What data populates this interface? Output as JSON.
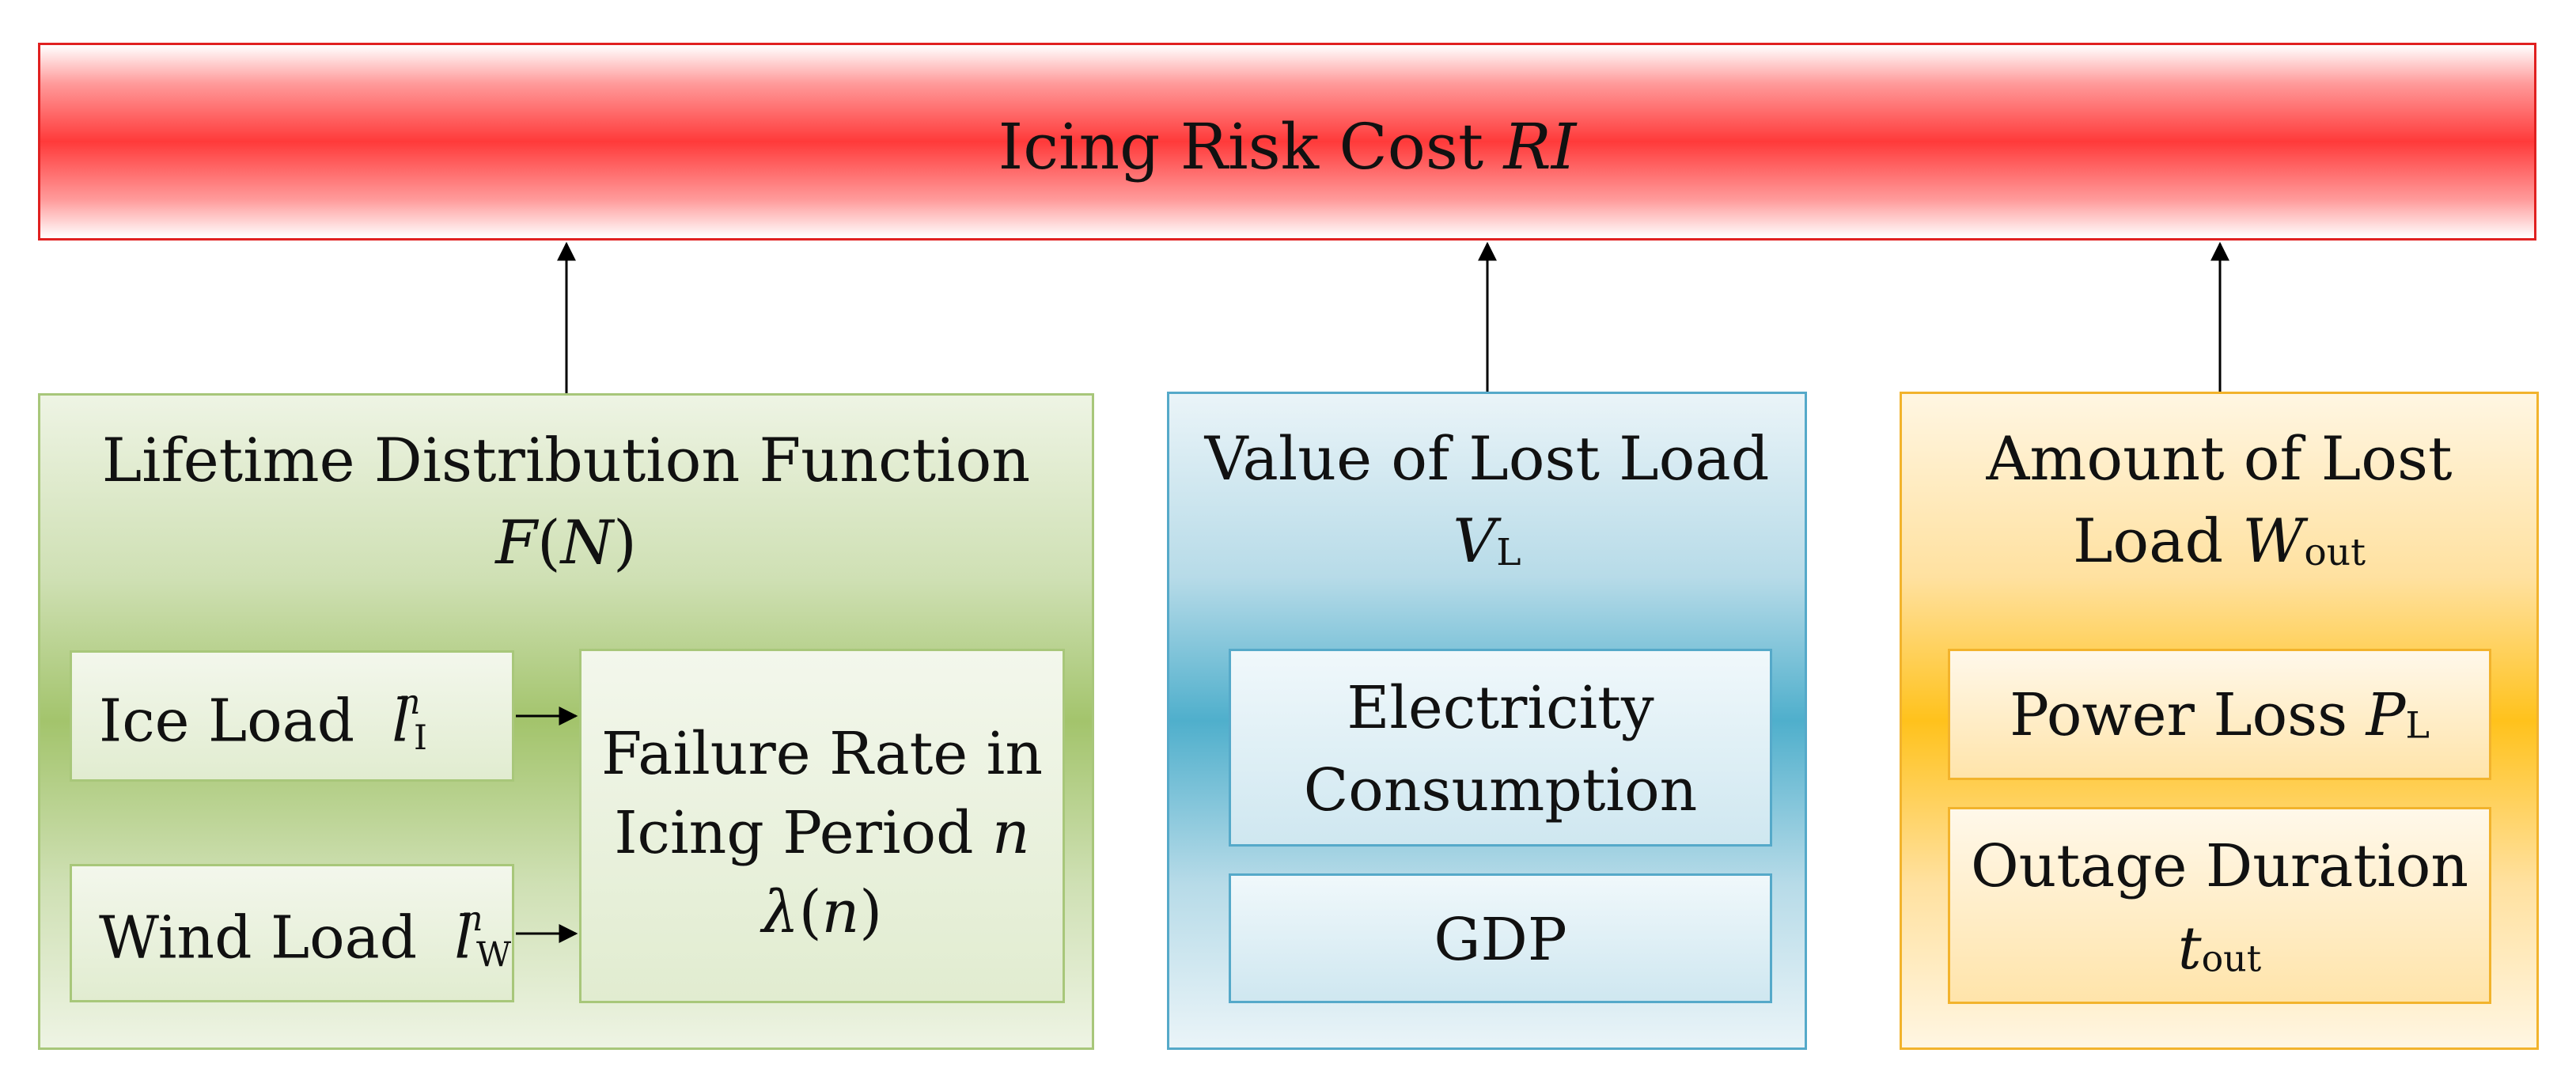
{
  "top": {
    "label": "Icing Risk Cost",
    "var": "RI"
  },
  "green": {
    "title": "Lifetime Distribution Function",
    "expr_F": "F",
    "expr_open": "(",
    "expr_N": "N",
    "expr_close": ")",
    "ice": {
      "label": "Ice Load",
      "sym": "l",
      "sup": "n",
      "sub": "I"
    },
    "wind": {
      "label": "Wind Load",
      "sym": "l",
      "sup": "n",
      "sub": "W"
    },
    "fail": {
      "line1": "Failure Rate in",
      "line2": "Icing Period",
      "line2_var": "n",
      "lambda": "λ",
      "open": "(",
      "n": "n",
      "close": ")"
    }
  },
  "blue": {
    "title": "Value of Lost Load",
    "var": "V",
    "var_sub": "L",
    "elec_line1": "Electricity",
    "elec_line2": "Consumption",
    "gdp": "GDP"
  },
  "orange": {
    "title_line1": "Amount of Lost",
    "title_line2": "Load",
    "var": "W",
    "var_sub": "out",
    "ploss": "Power Loss",
    "ploss_var": "P",
    "ploss_sub": "L",
    "outage": "Outage Duration",
    "outage_var": "t",
    "outage_sub": "out"
  }
}
